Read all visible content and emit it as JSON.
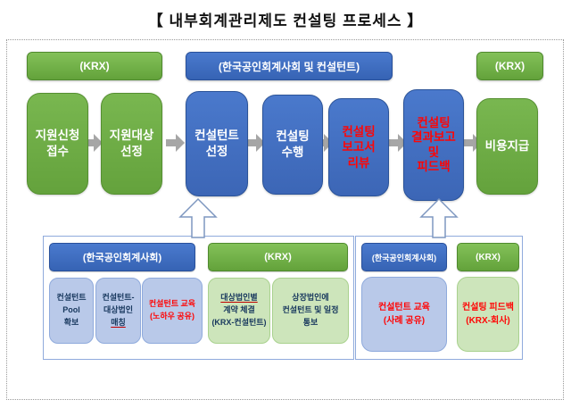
{
  "title": "【 내부회계관리제도 컨설팅 프로세스 】",
  "top_headers": {
    "left": "(KRX)",
    "center": "(한국공인회계사회 및 컨설턴트)",
    "right": "(KRX)"
  },
  "process": {
    "steps": [
      {
        "label": "지원신청\n접수",
        "style": "green",
        "text_color": "white"
      },
      {
        "label": "지원대상\n선정",
        "style": "green",
        "text_color": "white"
      },
      {
        "label": "컨설턴트\n선정",
        "style": "blue",
        "text_color": "white"
      },
      {
        "label": "컨설팅\n수행",
        "style": "blue",
        "text_color": "white"
      },
      {
        "label": "컨설팅\n보고서\n리뷰",
        "style": "blue",
        "text_color": "red"
      },
      {
        "label": "컨설팅\n결과보고\n및\n피드백",
        "style": "blue",
        "text_color": "red"
      },
      {
        "label": "비용지급",
        "style": "green",
        "text_color": "white"
      }
    ]
  },
  "bottom_left": {
    "kicpa_header": "(한국공인회계사회)",
    "krx_header": "(KRX)",
    "kicpa_boxes": {
      "pool": {
        "label": "컨설턴트\nPool\n확보"
      },
      "matching": {
        "line1": "컨설턴트-",
        "line2": "대상법인",
        "line3_underlined": "매칭"
      },
      "training": {
        "label": "컨설턴트 교육\n(노하우 공유)",
        "emphasis": "red"
      }
    },
    "krx_boxes": {
      "contract": {
        "line1_underlined": "대상법인별",
        "line2": "계약 체결",
        "line3": "(KRX-컨설턴트)"
      },
      "notice": {
        "label": "상장법인에\n컨설턴트 및 일정\n통보"
      }
    }
  },
  "bottom_right": {
    "kicpa_header": "(한국공인회계사회)",
    "krx_header": "(KRX)",
    "kicpa_box": {
      "label": "컨설턴트 교육\n(사례 공유)",
      "emphasis": "red"
    },
    "krx_box": {
      "label": "컨설팅 피드백\n(KRX-회사)",
      "emphasis": "red"
    }
  },
  "colors": {
    "green": "#6aab42",
    "blue": "#3f6bbe",
    "light_blue": "#b9c9e9",
    "light_green": "#cde5bb",
    "red_text": "#ff0505",
    "navy_text": "#17375d",
    "container_border": "#8faadc",
    "arrow_gray": "#a6a6a6",
    "outer_border": "#9a9a9a"
  }
}
